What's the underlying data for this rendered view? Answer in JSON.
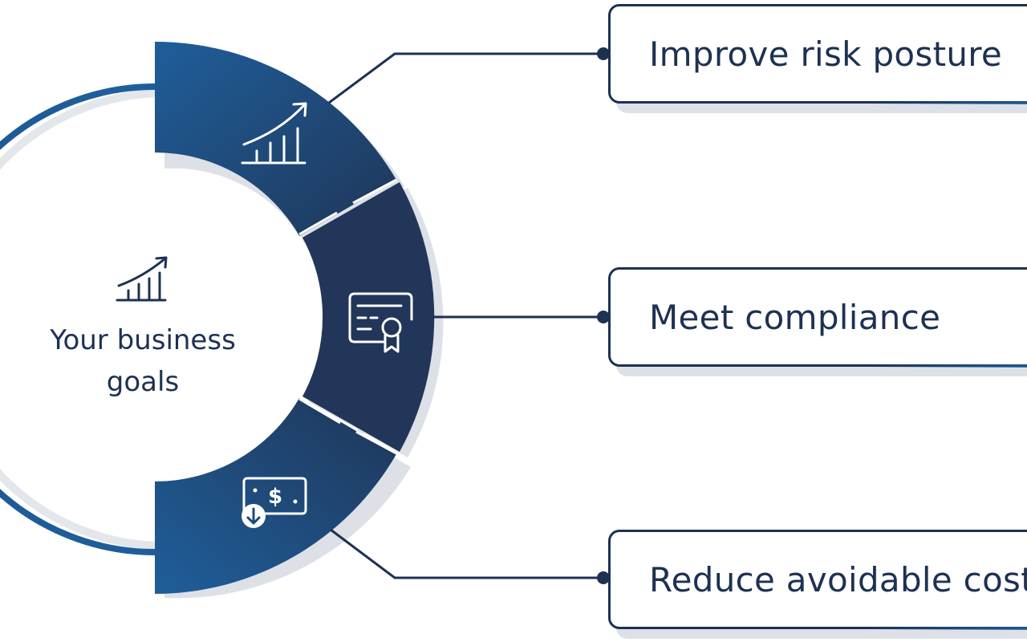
{
  "center": {
    "title": "Your business goals",
    "icon": "growth-chart-icon"
  },
  "segments": [
    {
      "icon": "growth-chart-icon"
    },
    {
      "icon": "certificate-icon"
    },
    {
      "icon": "cost-reduction-icon"
    }
  ],
  "goals": [
    {
      "label": "Improve risk posture"
    },
    {
      "label": "Meet compliance"
    },
    {
      "label": "Reduce avoidable costs"
    }
  ],
  "colors": {
    "navy": "#1d3153",
    "blue": "#1f5e9a",
    "shadow": "#dde1e7",
    "white": "#ffffff"
  }
}
